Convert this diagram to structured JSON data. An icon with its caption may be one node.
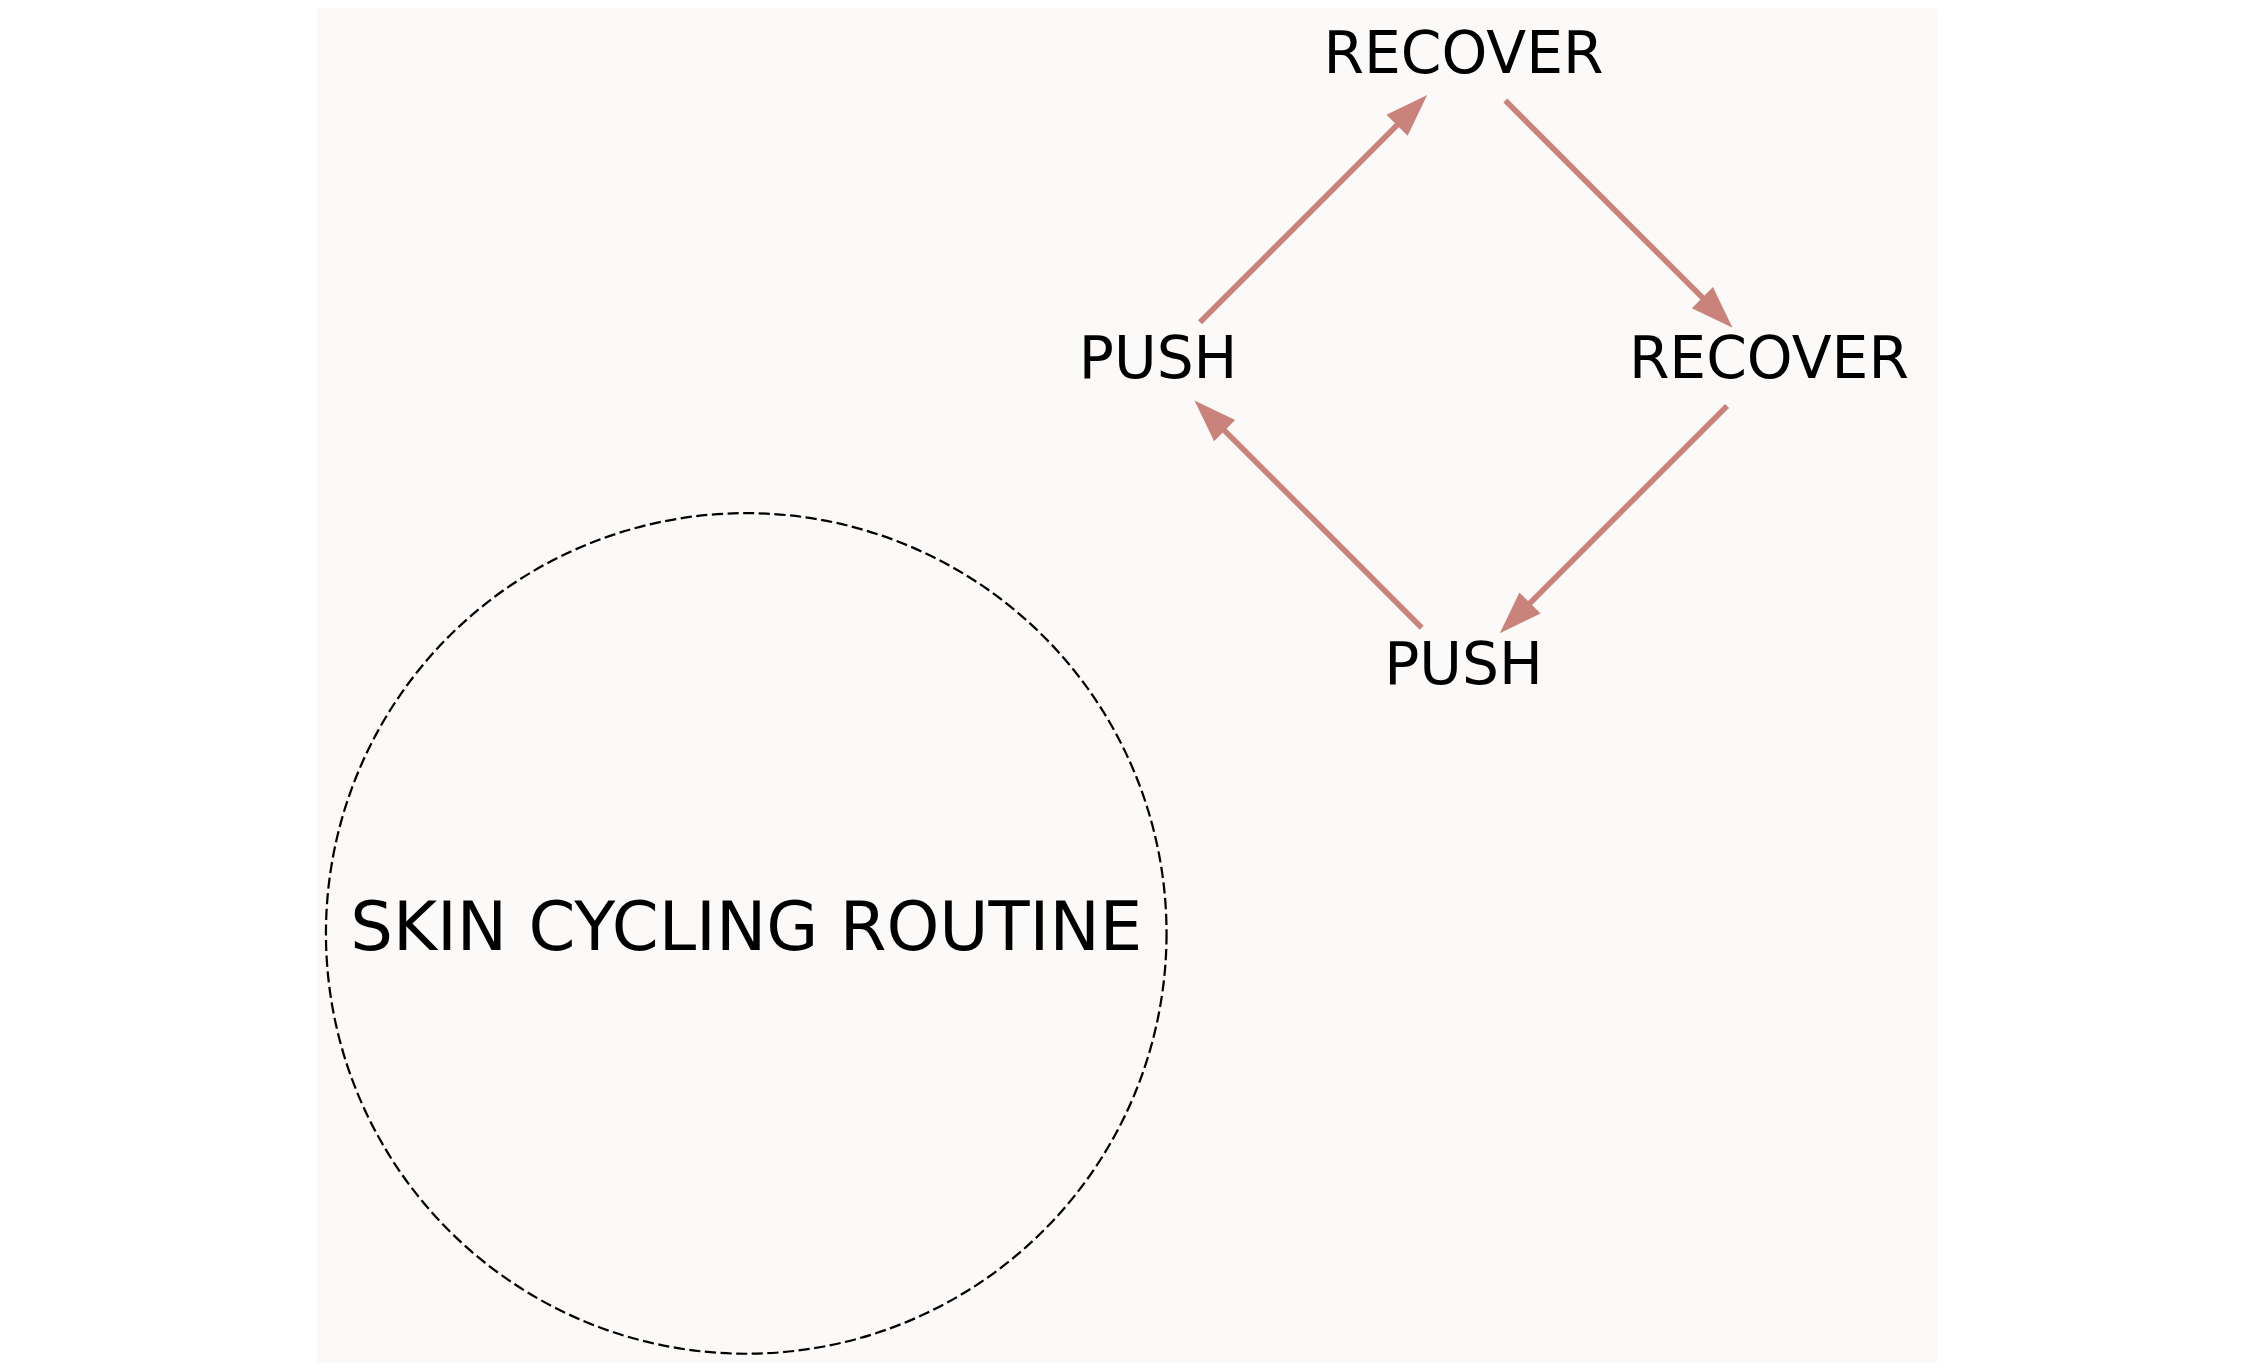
{
  "diagram": {
    "nodes": [
      {
        "text": [
          "SKIN CYCLING ROUTINE"
        ]
      },
      {
        "text": [
          "PUSH"
        ]
      },
      {
        "text": [
          "PUSH"
        ]
      },
      {
        "text": [
          "RECOVER"
        ]
      },
      {
        "text": [
          "RECOVER"
        ]
      }
    ],
    "edges": [
      {
        "from": 1,
        "to": 2,
        "arrow": "to"
      },
      {
        "from": 2,
        "to": 3,
        "arrow": "to"
      },
      {
        "from": 3,
        "to": 4,
        "arrow": "to"
      },
      {
        "from": 4,
        "to": 1,
        "arrow": "to"
      }
    ]
  }
}
